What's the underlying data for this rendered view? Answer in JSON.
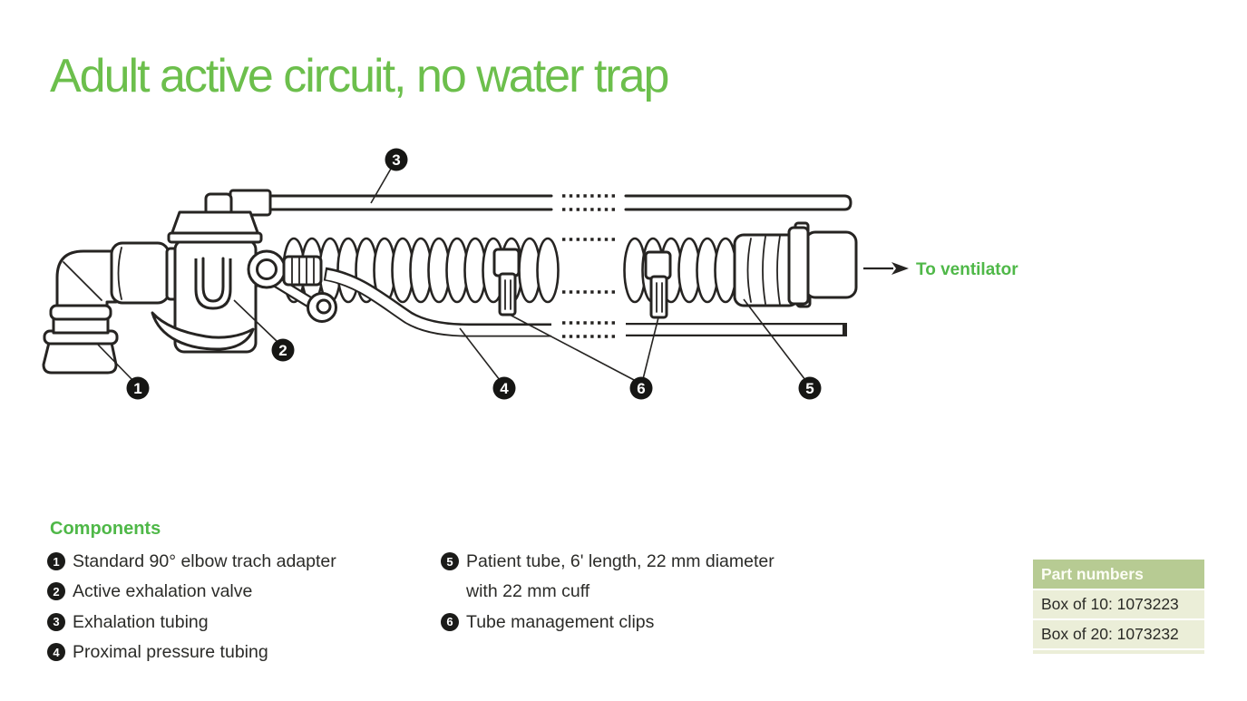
{
  "page": {
    "title": "Adult active circuit, no water trap"
  },
  "colors": {
    "title_green": "#6cbf4c",
    "accent_green": "#4fb848",
    "line_dark": "#262422",
    "panel_header_bg": "#b7cb93",
    "panel_row_bg": "#ebeed8"
  },
  "diagram": {
    "to_ventilator_label": "To ventilator",
    "callouts": [
      {
        "number": "1"
      },
      {
        "number": "2"
      },
      {
        "number": "3"
      },
      {
        "number": "4"
      },
      {
        "number": "5"
      },
      {
        "number": "6"
      }
    ]
  },
  "components": {
    "heading": "Components",
    "items": [
      {
        "number": "1",
        "text": "Standard 90° elbow trach adapter"
      },
      {
        "number": "2",
        "text": "Active exhalation valve"
      },
      {
        "number": "3",
        "text": "Exhalation tubing"
      },
      {
        "number": "4",
        "text": "Proximal pressure tubing"
      },
      {
        "number": "5",
        "text": "Patient tube, 6' length, 22 mm diameter",
        "text2": "with 22 mm cuff"
      },
      {
        "number": "6",
        "text": "Tube management clips"
      }
    ]
  },
  "part_numbers": {
    "heading": "Part numbers",
    "rows": [
      {
        "text": "Box of 10: 1073223"
      },
      {
        "text": "Box of 20: 1073232"
      }
    ]
  }
}
